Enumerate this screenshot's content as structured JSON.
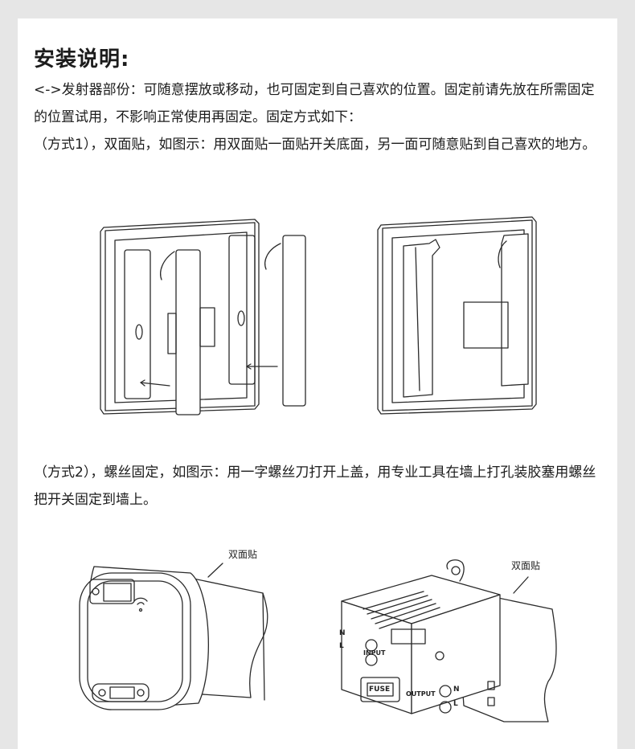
{
  "page": {
    "title": "安装说明:",
    "intro": "<->发射器部份：可随意摆放或移动，也可固定到自己喜欢的位置。固定前请先放在所需固定的位置试用，不影响正常使用再固定。固定方式如下：",
    "method1": "（方式1），双面贴，如图示：用双面贴一面贴开关底面，另一面可随意贴到自己喜欢的地方。",
    "method2": "（方式2），螺丝固定，如图示：用一字螺丝刀打开上盖，用专业工具在墙上打孔装胶塞用螺丝把开关固定到墙上。"
  },
  "figures": {
    "label_left": "双面贴",
    "label_right": "双面贴",
    "input_label": "INPUT",
    "output_label": "OUTPUT",
    "fuse_label": "FUSE",
    "n_label_1": "N",
    "l_label_1": "L",
    "n_label_2": "N",
    "l_label_2": "L"
  }
}
